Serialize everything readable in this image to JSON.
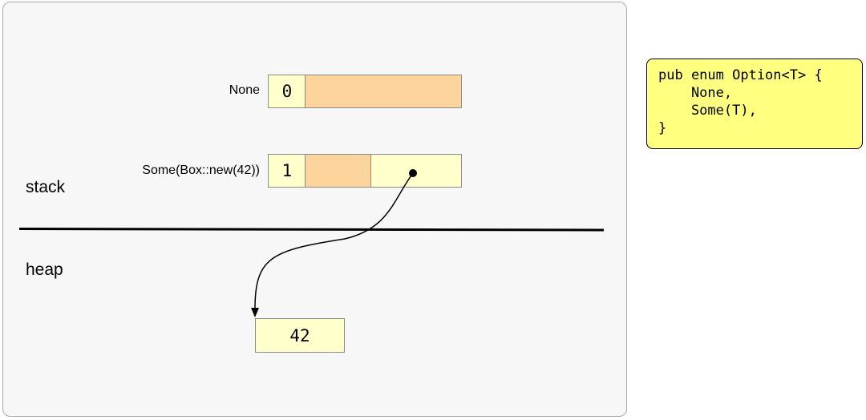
{
  "regions": {
    "stack": "stack",
    "heap": "heap"
  },
  "stack_rows": {
    "none": {
      "label": "None",
      "tag": "0"
    },
    "some": {
      "label": "Some(Box::new(42))",
      "tag": "1"
    }
  },
  "heap_box": {
    "value": "42"
  },
  "code_listing": {
    "lines": [
      "pub enum Option<T> {",
      "    None,",
      "    Some(T),",
      "}"
    ]
  },
  "colors": {
    "panel_bg": "#f7f7f7",
    "padding_fill": "#fdd49c",
    "value_fill": "#ffffcc",
    "code_bg": "#ffff80"
  }
}
